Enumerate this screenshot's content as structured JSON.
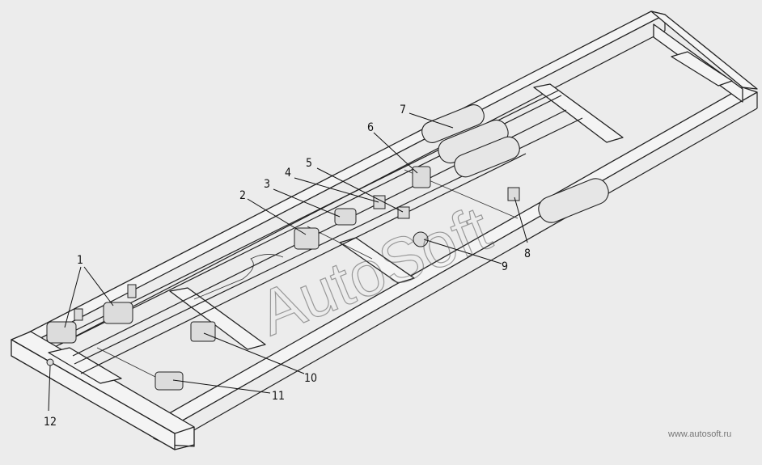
{
  "diagram": {
    "callouts": [
      {
        "id": "c1",
        "label": "1"
      },
      {
        "id": "c2",
        "label": "2"
      },
      {
        "id": "c3",
        "label": "3"
      },
      {
        "id": "c4",
        "label": "4"
      },
      {
        "id": "c5",
        "label": "5"
      },
      {
        "id": "c6",
        "label": "6"
      },
      {
        "id": "c7",
        "label": "7"
      },
      {
        "id": "c8",
        "label": "8"
      },
      {
        "id": "c9",
        "label": "9"
      },
      {
        "id": "c10",
        "label": "10"
      },
      {
        "id": "c11",
        "label": "11"
      },
      {
        "id": "c12",
        "label": "12"
      }
    ],
    "watermark": "AutoSoft",
    "watermark_site": "www.autosoft.ru"
  }
}
